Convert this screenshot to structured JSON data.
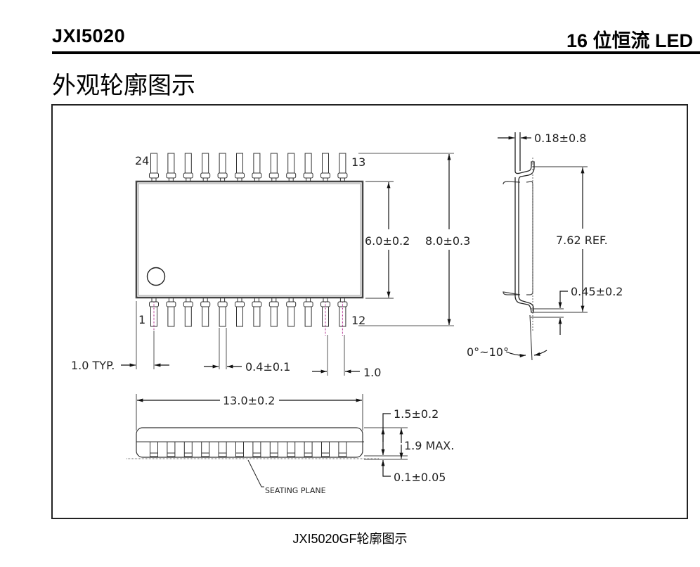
{
  "header": {
    "part_number": "JXI5020",
    "product_line": "16 位恒流 LED"
  },
  "section": {
    "title": "外观轮廓图示"
  },
  "drawing": {
    "pin_labels": {
      "top_left": "24",
      "top_right": "13",
      "bottom_left": "1",
      "bottom_right": "12"
    },
    "pin_count": 24,
    "dimensions": {
      "body_width": "6.0±0.2",
      "total_width": "8.0±0.3",
      "lead_thickness": "0.18±0.8",
      "lead_span": "7.62 REF.",
      "foot_height": "0.45±0.2",
      "lead_angle": "0°~10°",
      "end_margin": "1.0 TYP.",
      "lead_width": "0.4±0.1",
      "pitch": "1.0",
      "body_length": "13.0±0.2",
      "body_height": "1.5±0.2",
      "max_height": "1.9 MAX.",
      "standoff": "0.1±0.05"
    },
    "seating_plane_label": "SEATING PLANE"
  },
  "caption": "JXI5020GF轮廓图示"
}
